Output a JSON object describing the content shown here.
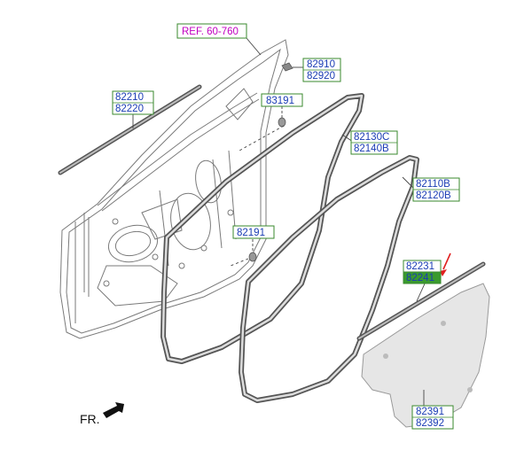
{
  "diagram": {
    "reference": "REF. 60-760",
    "direction_label": "FR.",
    "callouts": {
      "ref_door": {
        "lines": [
          "REF. 60-760"
        ],
        "border": "#3a8a2e",
        "text": "#c000c0"
      },
      "c82910": {
        "lines": [
          "82910",
          "82920"
        ],
        "border": "#3a8a2e",
        "text": "#1a3cb4"
      },
      "c82210": {
        "lines": [
          "82210",
          "82220"
        ],
        "border": "#3a8a2e",
        "text": "#1a3cb4"
      },
      "c83191": {
        "lines": [
          "83191"
        ],
        "border": "#3a8a2e",
        "text": "#1a3cb4"
      },
      "c82130": {
        "lines": [
          "82130C",
          "82140B"
        ],
        "border": "#3a8a2e",
        "text": "#1a3cb4"
      },
      "c82110": {
        "lines": [
          "82110B",
          "82120B"
        ],
        "border": "#3a8a2e",
        "text": "#1a3cb4"
      },
      "c82191": {
        "lines": [
          "82191"
        ],
        "border": "#3a8a2e",
        "text": "#1a3cb4"
      },
      "c82231": {
        "lines": [
          "82231",
          "82241"
        ],
        "border": "#3a8a2e",
        "text": "#1a3cb4",
        "highlight_line": 1,
        "highlight": "#3a9a2e"
      },
      "c82391": {
        "lines": [
          "82391",
          "82392"
        ],
        "border": "#3a8a2e",
        "text": "#1a3cb4"
      }
    },
    "colors": {
      "line": "#6b6b6b",
      "seal": "#555555",
      "film": "#e6e6e6",
      "pointer_arrow": "#e02020"
    }
  }
}
